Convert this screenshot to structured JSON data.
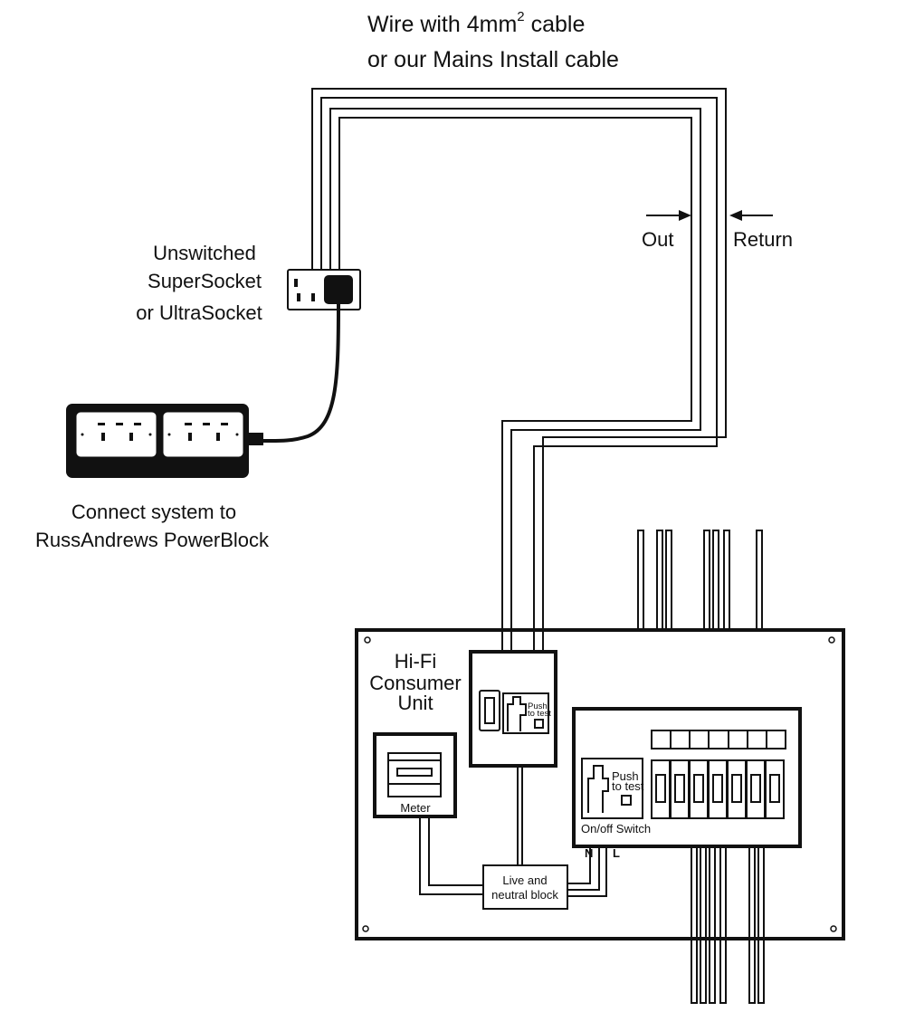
{
  "cable_note": {
    "line1_prefix": "Wire with 4mm",
    "line1_sup": "2",
    "line1_suffix": " cable",
    "line2": "or our Mains Install cable"
  },
  "flow": {
    "out_label": "Out",
    "return_label": "Return"
  },
  "socket": {
    "line1": "Unswitched",
    "line2": "SuperSocket",
    "line3": "or UltraSocket"
  },
  "powerblock": {
    "line1": "Connect system to",
    "line2": "RussAndrews PowerBlock"
  },
  "consumer_unit": {
    "title_line1": "Hi-Fi",
    "title_line2": "Consumer",
    "title_line3": "Unit",
    "meter_label": "Meter",
    "rcd_push_line1": "Push",
    "rcd_push_line2": "to test",
    "block_line1": "Live and",
    "block_line2": "neutral block"
  },
  "main_unit": {
    "push_line1": "Push",
    "push_line2": "to test",
    "switch_label": "On/off Switch",
    "neutral_label": "N",
    "live_label": "L"
  }
}
